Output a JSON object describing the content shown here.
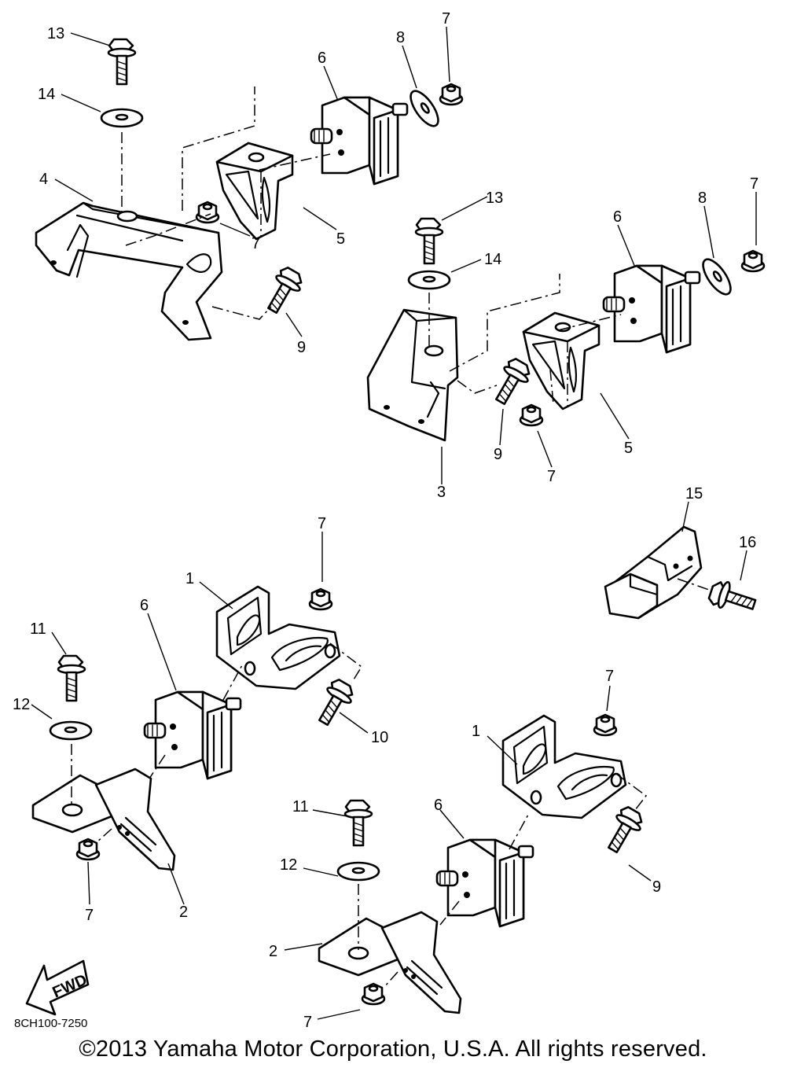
{
  "callouts": {
    "c13a": "13",
    "c14a": "14",
    "c4": "4",
    "c6a": "6",
    "c8a": "8",
    "c7a": "7",
    "c7b": "7",
    "c5a": "5",
    "c9a": "9",
    "c13b": "13",
    "c14b": "14",
    "c6b": "6",
    "c8b": "8",
    "c7c": "7",
    "c9b": "9",
    "c7d": "7",
    "c5b": "5",
    "c3": "3",
    "c15": "15",
    "c16": "16",
    "c7e": "7",
    "c1a": "1",
    "c6c": "6",
    "c11a": "11",
    "c12a": "12",
    "c10": "10",
    "c7f": "7",
    "c2a": "2",
    "c7g": "7",
    "c1b": "1",
    "c6d": "6",
    "c11b": "11",
    "c12b": "12",
    "c9c": "9",
    "c2b": "2",
    "c7h": "7"
  },
  "fwd_label": "FWD",
  "diagram_code": "8CH100-7250",
  "copyright": "©2013 Yamaha Motor Corporation, U.S.A. All rights reserved."
}
